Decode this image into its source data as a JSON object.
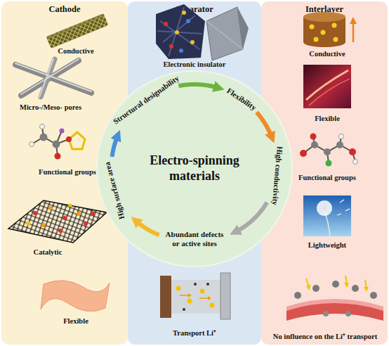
{
  "diagram": {
    "nodes": [
      {
        "text": [
          "Cathode"
        ]
      },
      {
        "text": [
          "Separator"
        ]
      },
      {
        "text": [
          "Interlayer"
        ]
      },
      {
        "text": [
          "Electro-spinning materials"
        ]
      },
      {
        "text": [
          "Structural designability"
        ],
        "in": 3
      },
      {
        "text": [
          "Flexibility"
        ],
        "in": 3
      },
      {
        "text": [
          "High conductivity"
        ],
        "in": 3
      },
      {
        "text": [
          "Abundant defects or active sites"
        ],
        "in": 3
      },
      {
        "text": [
          "High surface area"
        ],
        "in": 3
      }
    ],
    "edges": [
      {
        "from": 4,
        "to": 5,
        "arrow": "to"
      },
      {
        "from": 5,
        "to": 6,
        "arrow": "to"
      },
      {
        "from": 6,
        "to": 7,
        "arrow": "to"
      },
      {
        "from": 7,
        "to": 8,
        "arrow": "to"
      },
      {
        "from": 8,
        "to": 4,
        "arrow": "to"
      }
    ],
    "labels": [
      "Conductive",
      "Micro-/Meso- pores",
      "Functional groups",
      "Catalytic",
      "Flexible",
      "Electronic insulator",
      "Transport Li⁺",
      "Conductive",
      "Flexible",
      "Functional groups",
      "Lightweight",
      "No influence on the Li⁺ transport"
    ]
  }
}
